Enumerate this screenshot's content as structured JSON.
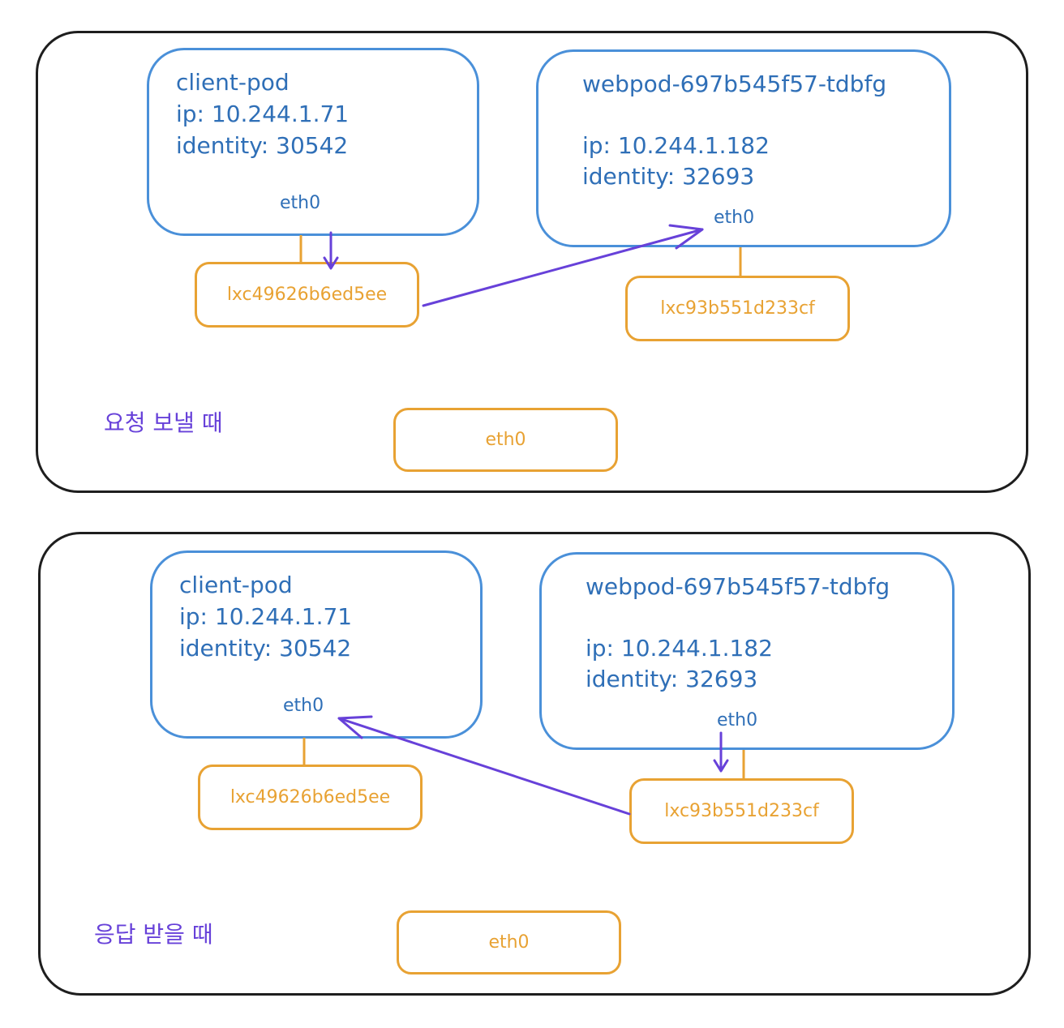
{
  "scenes": [
    {
      "label": "요청 보낼 때",
      "client_pod": {
        "name": "client-pod",
        "ip": "ip: 10.244.1.71",
        "identity": "identity: 30542",
        "eth": "eth0"
      },
      "web_pod": {
        "name": "webpod-697b545f57-tdbfg",
        "ip": "ip: 10.244.1.182",
        "identity": "identity: 32693",
        "eth": "eth0"
      },
      "client_lxc": "lxc49626b6ed5ee",
      "web_lxc": "lxc93b551d233cf",
      "host_eth": "eth0"
    },
    {
      "label": "응답 받을 때",
      "client_pod": {
        "name": "client-pod",
        "ip": "ip: 10.244.1.71",
        "identity": "identity: 30542",
        "eth": "eth0"
      },
      "web_pod": {
        "name": "webpod-697b545f57-tdbfg",
        "ip": "ip: 10.244.1.182",
        "identity": "identity: 32693",
        "eth": "eth0"
      },
      "client_lxc": "lxc49626b6ed5ee",
      "web_lxc": "lxc93b551d233cf",
      "host_eth": "eth0"
    }
  ],
  "colors": {
    "frame": "#1e1e1e",
    "pod": "#4a90d9",
    "interface": "#e8a233",
    "arrow": "#6741d9"
  }
}
